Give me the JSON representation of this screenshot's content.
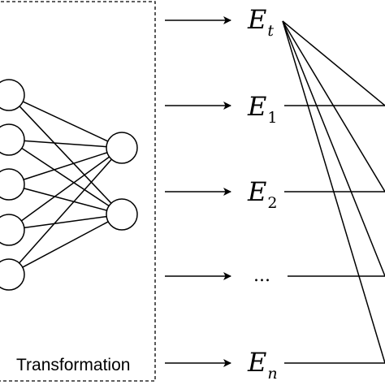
{
  "box_label": "Transformation",
  "embeddings": [
    {
      "base": "E",
      "sub": "t",
      "sub_italic": true
    },
    {
      "base": "E",
      "sub": "1",
      "sub_italic": false
    },
    {
      "base": "E",
      "sub": "2",
      "sub_italic": false
    },
    {
      "text": "..."
    },
    {
      "base": "E",
      "sub": "n",
      "sub_italic": true
    }
  ]
}
